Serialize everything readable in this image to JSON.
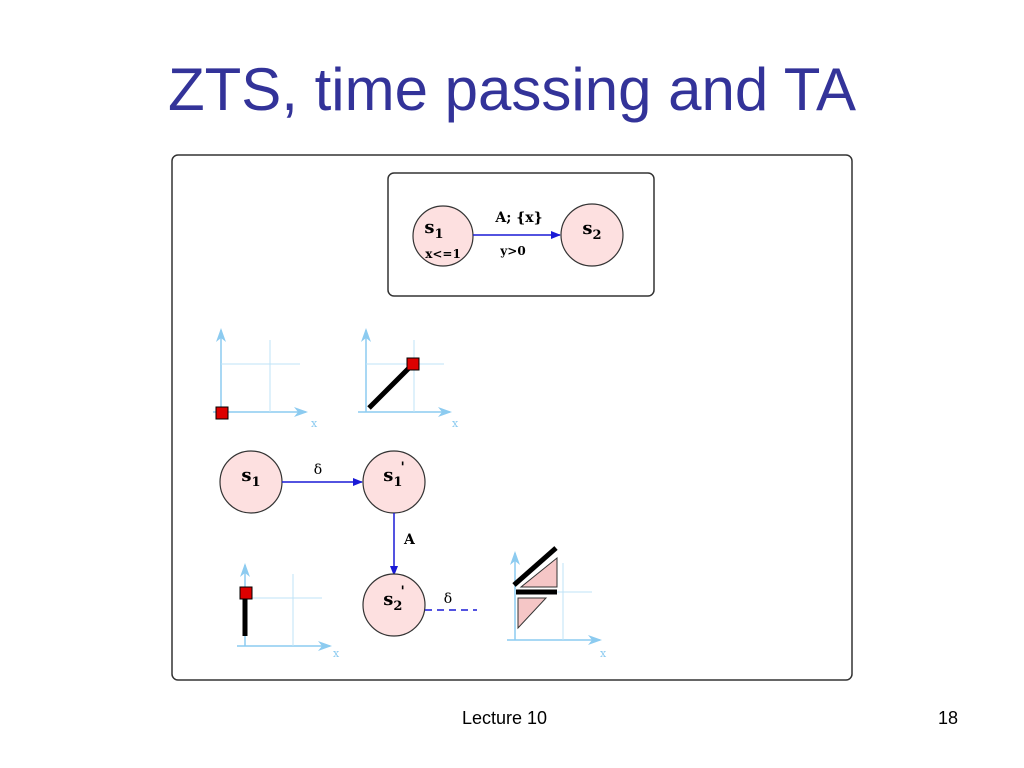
{
  "slide": {
    "title": "ZTS, time passing and TA"
  },
  "automaton": {
    "state1": {
      "name": "s",
      "sub": "1",
      "invariant": "x<=1"
    },
    "state2": {
      "name": "s",
      "sub": "2"
    },
    "edge": {
      "label": "A; {x}",
      "guard": "y>0"
    }
  },
  "zts": {
    "s1": {
      "name": "s",
      "sub": "1"
    },
    "s1p": {
      "name": "s",
      "sub": "1",
      "prime": "'"
    },
    "s2p": {
      "name": "s",
      "sub": "2",
      "prime": "'"
    },
    "delta_edge": "δ",
    "action_edge": "A",
    "delta_outgoing": "δ"
  },
  "zone_axes": {
    "x_label": "x"
  },
  "colors": {
    "title": "#333399",
    "state_fill": "#fde0e0",
    "edge": "#1a1ad6",
    "axis": "#8ccbf0",
    "zone_marker": "#dd0000",
    "zone_fill": "#f5c6c6"
  },
  "footer": {
    "center": "Lecture 10",
    "page": "18"
  }
}
